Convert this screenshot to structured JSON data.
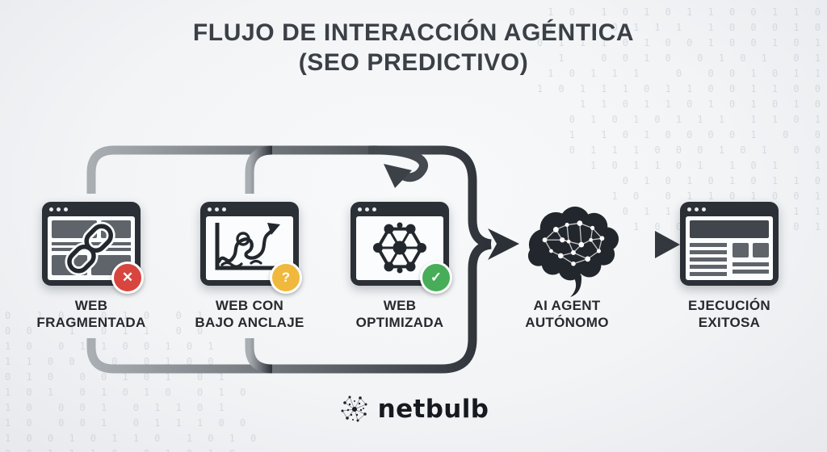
{
  "title": {
    "line1": "FLUJO DE INTERACCIÓN AGÉNTICA",
    "line2": "(SEO PREDICTIVO)"
  },
  "flow": {
    "nodes": [
      {
        "label_line1": "WEB",
        "label_line2": "FRAGMENTADA",
        "icon": "broken-link-browser",
        "badge_glyph": "✕",
        "badge_color": "#d8453e",
        "badge_meaning": "error"
      },
      {
        "label_line1": "WEB CON",
        "label_line2": "BAJO ANCLAJE",
        "icon": "tangled-chart-browser",
        "badge_glyph": "?",
        "badge_color": "#f0b83c",
        "badge_meaning": "question"
      },
      {
        "label_line1": "WEB",
        "label_line2": "OPTIMIZADA",
        "icon": "network-graph-browser",
        "badge_glyph": "✓",
        "badge_color": "#47ad58",
        "badge_meaning": "success"
      },
      {
        "label_line1": "AI AGENT",
        "label_line2": "AUTÓNOMO",
        "icon": "ai-brain"
      },
      {
        "label_line1": "EJECUCIÓN",
        "label_line2": "EXITOSA",
        "icon": "webpage-layout-browser"
      }
    ]
  },
  "footer": {
    "brand": "netbulb"
  },
  "colors": {
    "title_text": "#3b4046",
    "label_text": "#26292e",
    "connector_light": "#a9aeb3",
    "connector_dark": "#2c3137",
    "window_dark": "#2b3036",
    "error": "#d8453e",
    "warning": "#f0b83c",
    "success": "#47ad58"
  },
  "background": {
    "binary_top_right": "1 0  1 0 1 0 1 1 0 0 1 1 0\n1 0 1 0 1 1 1  1 0 0 0 1 0\n0 1 1 1 0 1 0 0 1 0 0 1 0 1\n1   0 0 1 0  0 1 0 1  0 1\n1 0 1 1 1   0  0 0 1 0 1 1\n1 0 1 1 1 0 1 1 0 0 1 1 0 0\n1 1 0 1 1 0 1 0 1 0 1 0\n0 1 0 1 0 1 1 1  1 1 0 1\n1  1 0 1 0 0 0 0 1  0  0\n0 1 1 1 0 0 0 1 0 1  0 0\n1 0 1 1 0 1  1 0 1   1\n0 1 0 1 0 1 0 1 1 0\n1 0  0 1 1 0 1 0 0 1\n0 1 1  0 1 0 1  1 1\n1 0 0 1  0 1 1 0 1",
    "binary_bottom_left": "0  1 0   0 1 0  0 1\n0 0   1  0 1 1  0 0\n1 0  0 1 1 0 0 1 0 1\n1 1 0 0 1 0  0 1 0 0\n0 1 0  0 0 1 0 1  0 1\n1 0 1  0 1 0 1 0  0 1 0\n1 0  0 0 1  0 1 1 0 1\n1 0  0 0 1  0 1 1 1 0 0\n1 0 0 1 0 1 1 0  1 0 1 0\n0 0 1 1 1 0  0 1 0 1 0"
  }
}
